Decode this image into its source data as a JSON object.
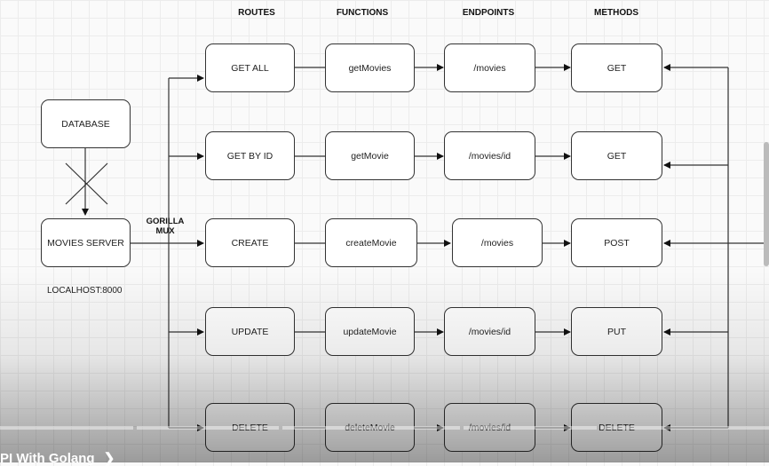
{
  "headers": {
    "routes": "ROUTES",
    "functions": "FUNCTIONS",
    "endpoints": "ENDPOINTS",
    "methods": "METHODS"
  },
  "left": {
    "database": "DATABASE",
    "server": "MOVIES SERVER",
    "localhost": "LOCALHOST:8000",
    "gorilla": "GORILLA",
    "mux": "MUX"
  },
  "rows": [
    {
      "route": "GET ALL",
      "function": "getMovies",
      "endpoint": "/movies",
      "method": "GET"
    },
    {
      "route": "GET BY ID",
      "function": "getMovie",
      "endpoint": "/movies/id",
      "method": "GET"
    },
    {
      "route": "CREATE",
      "function": "createMovie",
      "endpoint": "/movies",
      "method": "POST"
    },
    {
      "route": "UPDATE",
      "function": "updateMovie",
      "endpoint": "/movies/id",
      "method": "PUT"
    },
    {
      "route": "DELETE",
      "function": "deleteMovie",
      "endpoint": "/movies/id",
      "method": "DELETE"
    }
  ],
  "video": {
    "title_partial": "PI With Golang",
    "chevron": "chevron-right-icon"
  }
}
